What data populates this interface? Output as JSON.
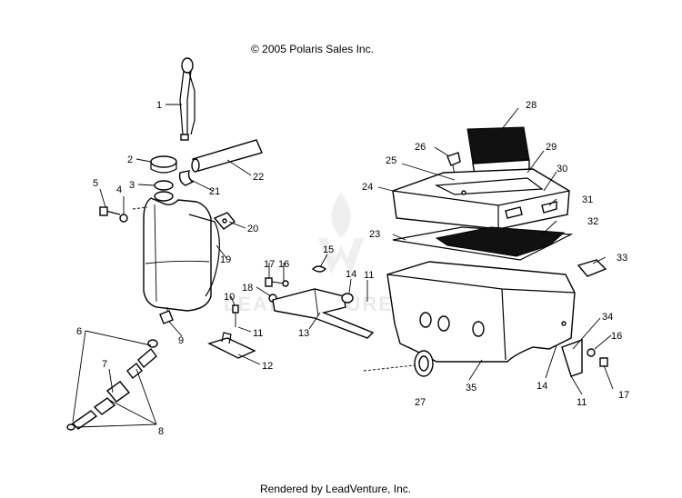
{
  "header": {
    "copyright": "© 2005 Polaris Sales Inc."
  },
  "footer": {
    "credit": "Rendered by LeadVenture, Inc."
  },
  "watermark": {
    "text": "LEADVENTURE"
  },
  "callouts": [
    "1",
    "2",
    "3",
    "4",
    "5",
    "6",
    "7",
    "8",
    "9",
    "10",
    "11",
    "11",
    "11",
    "12",
    "13",
    "14",
    "14",
    "15",
    "16",
    "16",
    "17",
    "17",
    "18",
    "19",
    "20",
    "21",
    "22",
    "23",
    "24",
    "25",
    "26",
    "27",
    "28",
    "29",
    "30",
    "31",
    "32",
    "33",
    "34",
    "35"
  ]
}
